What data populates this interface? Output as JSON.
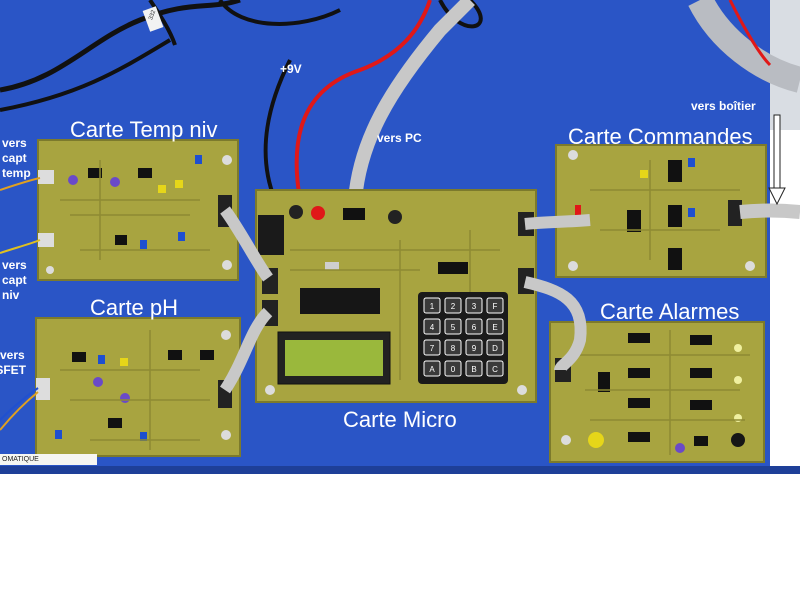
{
  "labels": {
    "plus9v": "+9V",
    "vers_pc": "vers PC",
    "vers_boitier": "vers boîtier",
    "carte_temp_niv": "Carte Temp niv",
    "carte_commandes": "Carte Commandes",
    "carte_ph": "Carte pH",
    "carte_alarmes": "Carte Alarmes",
    "carte_micro": "Carte Micro",
    "vers_capt_temp": [
      "vers",
      "capt",
      "temp"
    ],
    "vers_capt_niv": [
      "vers",
      "capt",
      "niv"
    ],
    "vers_isfet": [
      "vers",
      "ISFET"
    ],
    "board_tag": "OMATIQUE D'AQUARIOPHILIE",
    "chip_marking": "332"
  },
  "keypad": {
    "keys": [
      "1",
      "2",
      "3",
      "F",
      "4",
      "5",
      "6",
      "E",
      "7",
      "8",
      "9",
      "D",
      "A",
      "0",
      "B",
      "C"
    ]
  },
  "colors": {
    "board_backdrop": "#2a55c6",
    "pcb": "#a8a440",
    "pcb_dark": "#8e8a32",
    "ribbon": "#c8c8c8",
    "wire_red": "#e01818",
    "wire_black": "#111111",
    "lcd": "#9ab83c",
    "keypad_body": "#1a1a1a"
  }
}
